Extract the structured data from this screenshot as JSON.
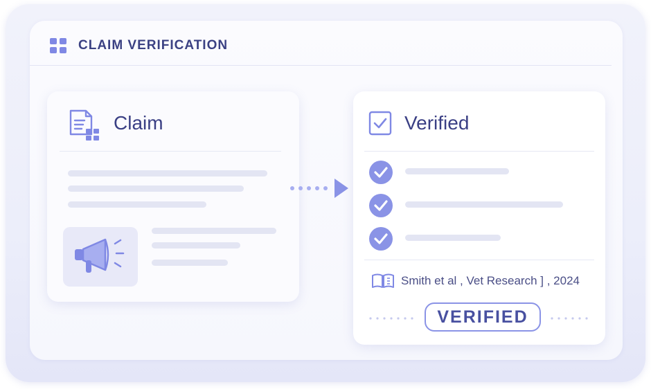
{
  "header": {
    "title": "CLAIM VERIFICATION",
    "icon": "grid-icon"
  },
  "claim_card": {
    "title": "Claim",
    "icon": "document-grid-icon",
    "media_icon": "megaphone-icon"
  },
  "flow": {
    "icon": "arrow-right-icon"
  },
  "verified_card": {
    "title": "Verified",
    "icon": "checkbox-icon",
    "check_items": 3,
    "citation_icon": "book-icon",
    "citation": "Smith et al , Vet Research ] , 2024",
    "badge": "VERIFIED"
  },
  "colors": {
    "accent": "#8a93e6",
    "text_dark": "#3a3f84",
    "placeholder": "#e3e5f3"
  }
}
